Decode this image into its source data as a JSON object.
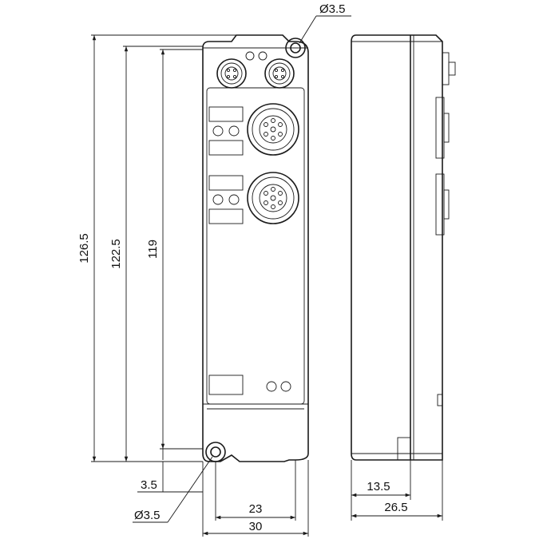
{
  "dimensions": {
    "top_hole_diameter": "Ø3.5",
    "bottom_hole_diameter": "Ø3.5",
    "total_height": "126.5",
    "height_between_holes": "122.5",
    "body_height": "119",
    "hole_offset": "3.5",
    "inner_width": "23",
    "total_width": "30",
    "side_depth_inner": "13.5",
    "side_depth_total": "26.5"
  }
}
